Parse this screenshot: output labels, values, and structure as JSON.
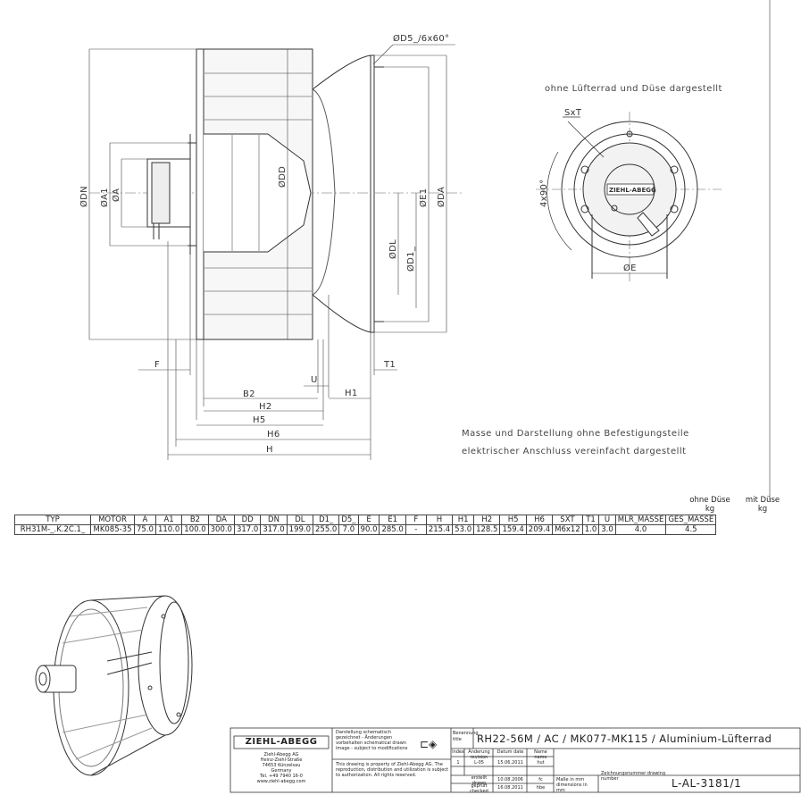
{
  "drawing": {
    "labels": {
      "d5": "ØD5_/6x60°",
      "dn": "ØDN",
      "a1": "ØA1",
      "a": "ØA",
      "dd": "ØDD",
      "dl": "ØDL",
      "d1": "ØD1_",
      "e1": "ØE1",
      "da": "ØDA",
      "f": "F",
      "u": "U",
      "t1": "T1",
      "b2": "B2",
      "h1": "H1",
      "h2": "H2",
      "h5": "H5",
      "h6": "H6",
      "h": "H",
      "sxt": "SxT",
      "e": "ØE",
      "angle": "4x90°",
      "logo": "ZIEHL-ABEGG"
    },
    "notes": {
      "top_right": "ohne Lüfterrad und Düse dargestellt",
      "line1": "Masse und Darstellung ohne Befestigungsteile",
      "line2": "elektrischer Anschluss vereinfacht dargestellt"
    }
  },
  "table": {
    "extra_header": {
      "ohne": "ohne Düse",
      "ohne_kg": "kg",
      "mit": "mit Düse",
      "mit_kg": "kg"
    },
    "headers": [
      "TYP",
      "MOTOR",
      "A",
      "A1",
      "B2",
      "DA",
      "DD",
      "DN",
      "DL",
      "D1_",
      "D5_",
      "E",
      "E1",
      "F",
      "H",
      "H1",
      "H2",
      "H5",
      "H6",
      "SXT",
      "T1",
      "U",
      "MLR_MASSE",
      "GES_MASSE"
    ],
    "row": [
      "RH31M-_.K.2C.1_",
      "MK085-35",
      "75.0",
      "110.0",
      "100.0",
      "300.0",
      "317.0",
      "317.0",
      "199.0",
      "255.0",
      "7.0",
      "90.0",
      "285.0",
      "-",
      "215.4",
      "53.0",
      "128.5",
      "159.4",
      "209.4",
      "M6x12",
      "1.0",
      "3.0",
      "4.0",
      "4.5"
    ]
  },
  "title_block": {
    "logo": "ZIEHL-ABEGG",
    "company": [
      "Ziehl-Abegg AG",
      "Heinz-Ziehl-Straße",
      "74653 Künzelsau",
      "Germany",
      "Tel. +49 7940 16-0",
      "www.ziehl-abegg.com"
    ],
    "schematic_note": "Darstellung schematisch gezeichnet - Änderungen vorbehalten schematical drawn image - subject to modifications",
    "property_note": "This drawing is property of Ziehl-Abegg AG. The reproduction, distribution and utilization is subject to authorization. All rights reserved.",
    "benennung": "Benennung",
    "title_lbl": "title",
    "title": "RH22-56M / AC / MK077-MK115 / Aluminium-Lüfterrad",
    "index_h": "Index",
    "aenderung_h": "Änderung revision",
    "datum_h": "Datum date",
    "name_h": "Name name",
    "index": "1",
    "revision": "L-05",
    "rev_date": "15.06.2011",
    "rev_name": "hut",
    "erstellt": "erstellt drawn",
    "erstellt_date": "10.08.2006",
    "erstellt_name": "fc",
    "geprueft": "geprüft checked",
    "geprueft_date": "16.08.2011",
    "geprueft_name": "hbe",
    "masse_note": "Maße in mm dimensions in mm",
    "drawing_no_lbl": "Zeichnungsnummer drawing number",
    "drawing_no": "L-AL-3181/1"
  }
}
